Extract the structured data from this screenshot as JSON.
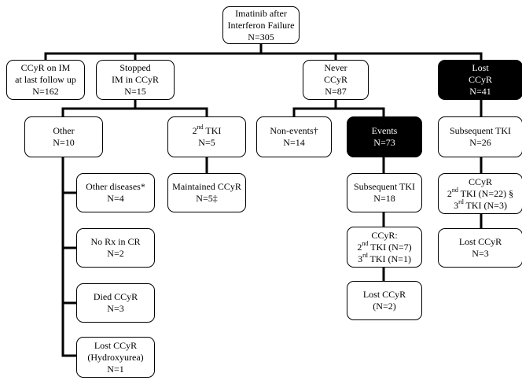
{
  "nodes": {
    "root": [
      "Imatinib after",
      "Interferon Failure",
      "N=305"
    ],
    "ccyr_on_im": [
      "CCyR on IM",
      "at last follow up",
      "N=162"
    ],
    "stopped_im": [
      "Stopped",
      "IM in CCyR",
      "N=15"
    ],
    "never_ccyr": [
      "Never",
      "CCyR",
      "N=87"
    ],
    "lost_ccyr_top": [
      "Lost",
      "CCyR",
      "N=41"
    ],
    "other": [
      "Other",
      "N=10"
    ],
    "second_tki": {
      "pre": "2",
      "sup": "nd",
      "post": " TKI",
      "n": "N=5"
    },
    "non_events": [
      "Non-events†",
      "N=14"
    ],
    "events": [
      "Events",
      "N=73"
    ],
    "subsequent_tki_lost": [
      "Subsequent TKI",
      "N=26"
    ],
    "other_diseases": [
      "Other diseases*",
      "N=4"
    ],
    "maintained_ccyr": [
      "Maintained CCyR",
      "N=5‡"
    ],
    "subsequent_tki_events": [
      "Subsequent TKI",
      "N=18"
    ],
    "ccyr_lost_branch": {
      "title": "CCyR",
      "line2": {
        "pre": "2",
        "sup": "nd",
        "post": " TKI (N=22) §"
      },
      "line3": {
        "pre": "3",
        "sup": "rd",
        "post": " TKI (N=3)"
      }
    },
    "no_rx": [
      "No Rx in CR",
      "N=2"
    ],
    "ccyr_events_branch": {
      "title": "CCyR:",
      "line2": {
        "pre": "2",
        "sup": "nd",
        "post": " TKI (N=7)"
      },
      "line3": {
        "pre": "3",
        "sup": "rd",
        "post": " TKI (N=1)"
      }
    },
    "lost_ccyr_n3": [
      "Lost CCyR",
      "N=3"
    ],
    "died_ccyr": [
      "Died CCyR",
      "N=3"
    ],
    "lost_ccyr_n2": [
      "Lost CCyR",
      "(N=2)"
    ],
    "lost_ccyr_hydroxyurea": [
      "Lost CCyR",
      "(Hydroxyurea)",
      "N=1"
    ]
  }
}
